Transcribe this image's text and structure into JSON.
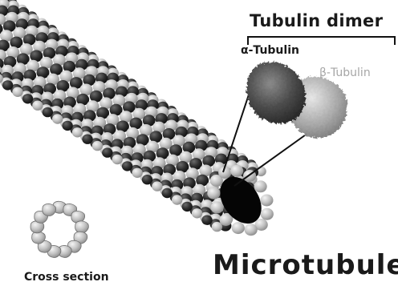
{
  "labels": {
    "dimer_title": "Tubulin dimer",
    "alpha": "α-Tubulin",
    "beta": "β-Tubulin",
    "microtubule": "Microtubule",
    "cross_section": "Cross section"
  },
  "colors": {
    "alpha_subunit": "#2a2a2a",
    "beta_subunit": "#bdbdbd",
    "text": "#1a1a1a",
    "beta_label": "#a6a6a6"
  },
  "structure": {
    "cross_section_subunits": 13
  }
}
